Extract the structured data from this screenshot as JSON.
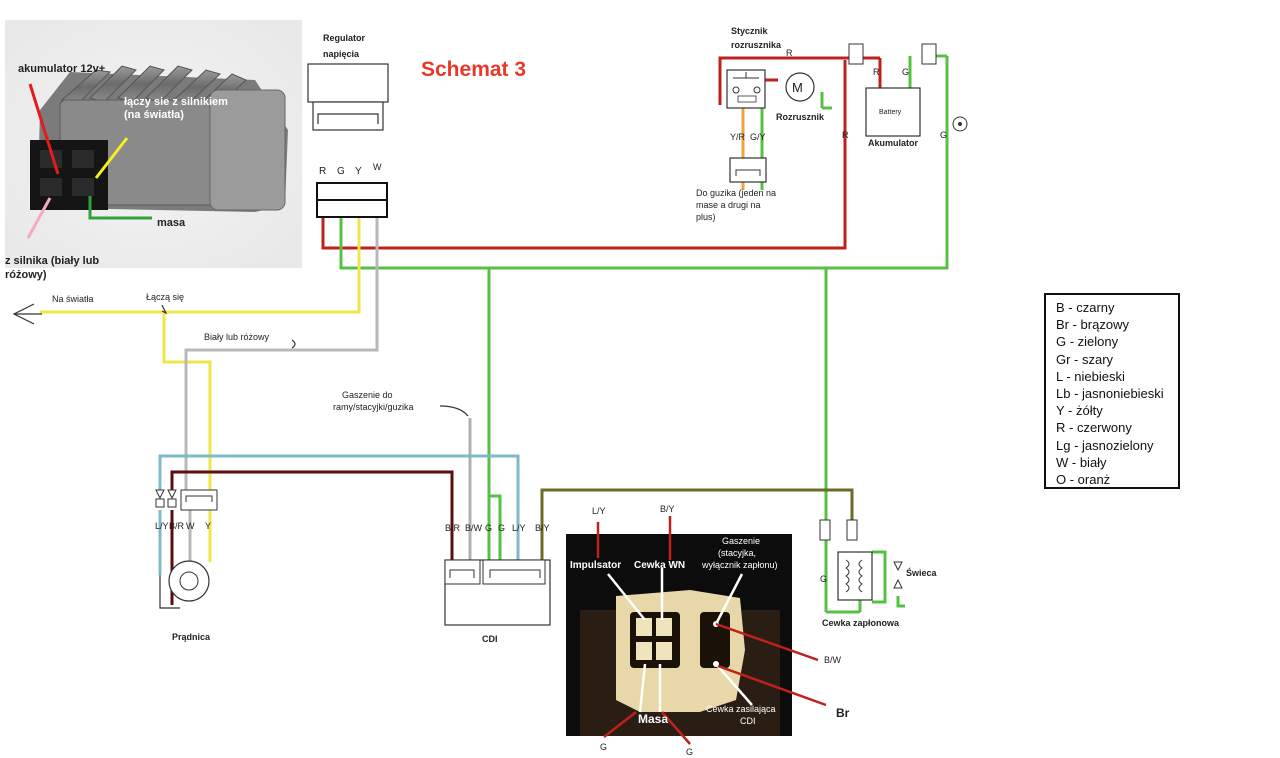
{
  "title": "Schemat 3",
  "regulator_photo": {
    "battery_label": "akumulator 12v+",
    "lights_label": "łączy sie z silnikiem (na światła)",
    "ground_label": "masa",
    "engine_label": "z silnika (biały lub różowy)"
  },
  "regulator": {
    "title": "Regulator napięcia",
    "pins": [
      "R",
      "G",
      "Y",
      "W"
    ]
  },
  "starter_relay": {
    "title": "Stycznik rozrusznika",
    "wire_r": "R",
    "pins": [
      "Y/R",
      "G/Y"
    ],
    "button_note": "Do guzika (jeden na mase a drugi na plus)",
    "starter_label": "Rozrusznik"
  },
  "battery": {
    "label": "Akumulator",
    "inner": "Battery",
    "pins": [
      "R",
      "G"
    ],
    "side_r": "R",
    "side_g": "G"
  },
  "wiring_notes": {
    "lights": "Na światła",
    "join": "Łączą się",
    "white_pink": "Biały lub różowy",
    "kill_switch": "Gaszenie do ramy/stacyjki/guzika"
  },
  "generator": {
    "label": "Prądnica",
    "pins": [
      "L/Y",
      "B/R",
      "W",
      "Y"
    ]
  },
  "cdi": {
    "label": "CDI",
    "pins": [
      "B/R",
      "B/W",
      "G",
      "G",
      "L/Y",
      "B/Y"
    ]
  },
  "cdi_photo": {
    "top_pins": [
      "L/Y",
      "B/Y"
    ],
    "impulsator": "Impulsator",
    "coil_hv": "Cewka WN",
    "kill": "Gaszenie (stacyjka, wyłącznik zapłonu)",
    "ground": "Masa",
    "supply_coil": "Cewka zasilająca CDI",
    "bw": "B/W",
    "br": "Br",
    "g1": "G",
    "g2": "G"
  },
  "ignition_coil": {
    "label": "Cewka zapłonowa",
    "plug": "Świeca",
    "g": "G"
  },
  "legend": [
    "B - czarny",
    "Br - brązowy",
    "G - zielony",
    "Gr - szary",
    "L - niebieski",
    "Lb - jasnoniebieski",
    "Y - żółty",
    "R - czerwony",
    "Lg - jasnozielony",
    "W - biały",
    "O - oranż"
  ],
  "colors": {
    "red": "#c0201c",
    "green": "#55c043",
    "yellow": "#efe54a",
    "white_wire": "#b8b8b8",
    "brown": "#5a0e0e",
    "blue": "#7fb8c8",
    "olive": "#6d6a2a",
    "title": "#e8382b"
  }
}
